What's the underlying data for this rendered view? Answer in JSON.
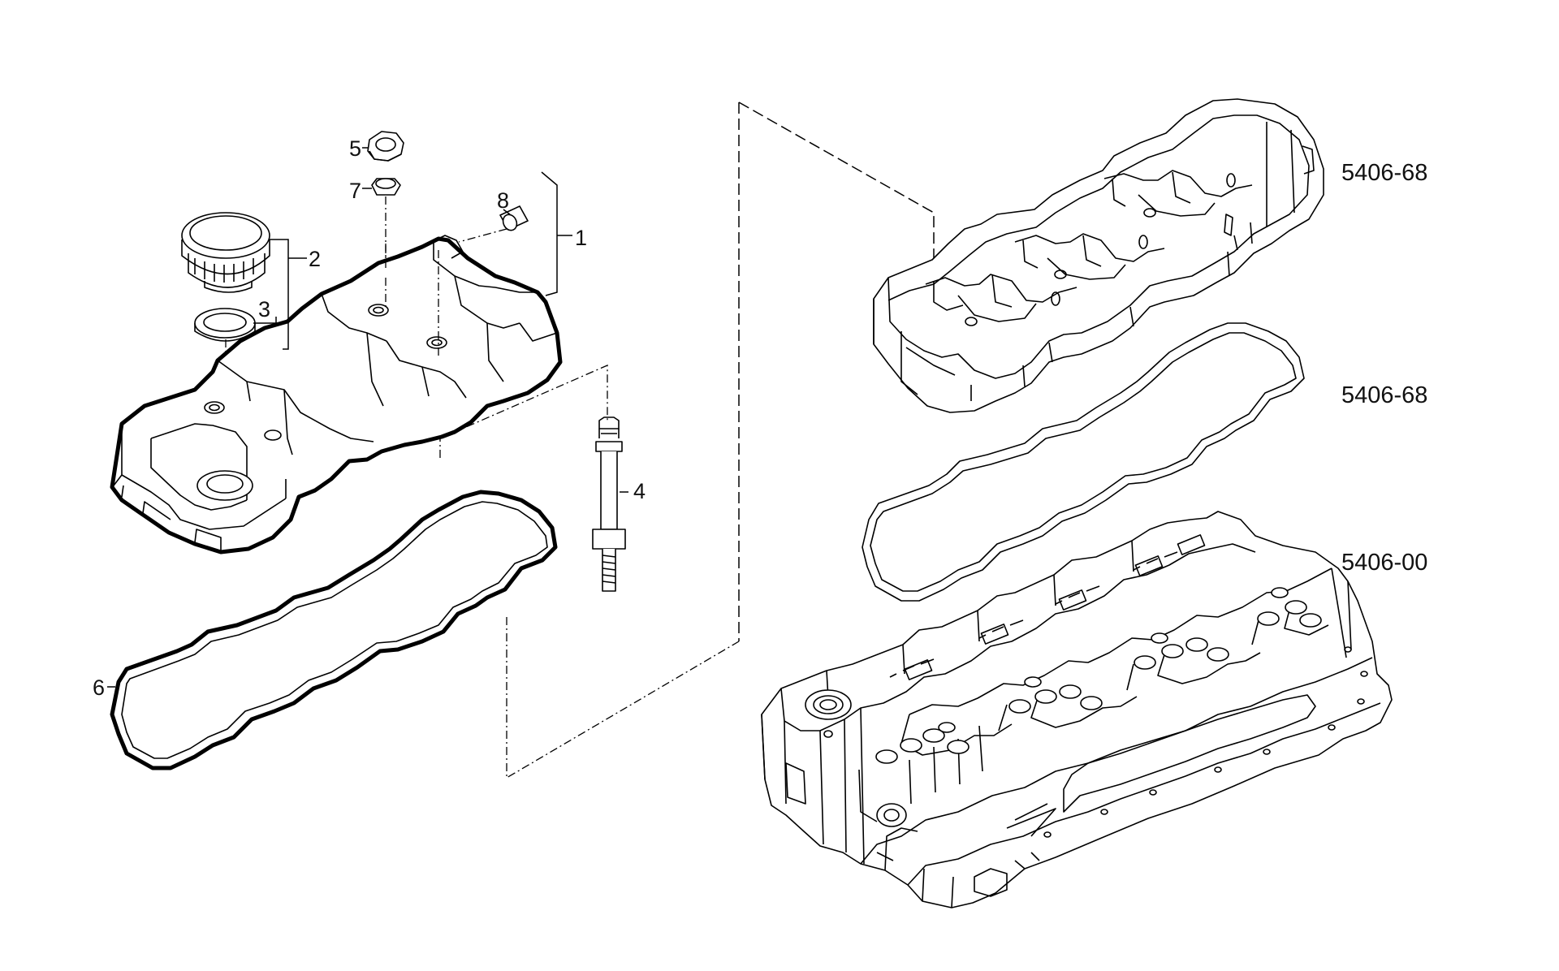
{
  "diagram": {
    "type": "exploded-parts-diagram",
    "callouts": {
      "p1": "1",
      "p2": "2",
      "p3": "3",
      "p4": "4",
      "p5": "5",
      "p6": "6",
      "p7": "7",
      "p8": "8"
    },
    "references": {
      "cover": "5406-68",
      "gasket": "5406-68",
      "head": "5406-00"
    }
  }
}
